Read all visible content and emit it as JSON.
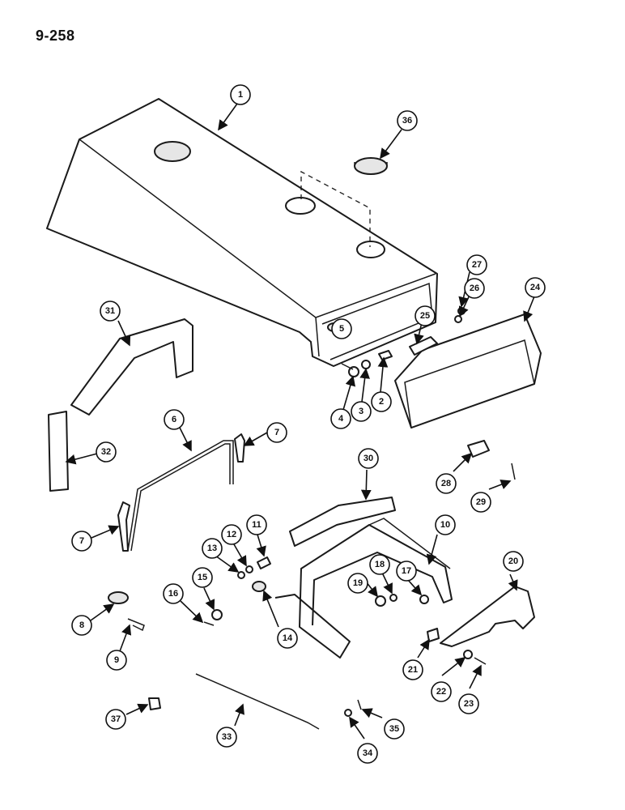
{
  "page": {
    "number": "9-258"
  },
  "callouts": [
    "1",
    "2",
    "3",
    "4",
    "5",
    "6",
    "7",
    "7",
    "8",
    "9",
    "10",
    "11",
    "12",
    "13",
    "14",
    "15",
    "16",
    "17",
    "18",
    "19",
    "20",
    "21",
    "22",
    "23",
    "24",
    "25",
    "26",
    "27",
    "28",
    "29",
    "30",
    "31",
    "32",
    "33",
    "34",
    "35",
    "36",
    "37"
  ],
  "colors": {
    "ink": "#1a1a1a",
    "paper": "#ffffff",
    "shade": "#e6e6e6"
  }
}
